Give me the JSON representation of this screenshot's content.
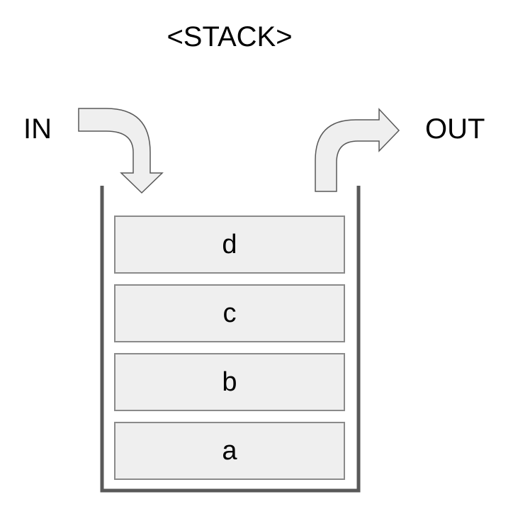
{
  "title": "<STACK>",
  "in_label": "IN",
  "out_label": "OUT",
  "stack_items": [
    "d",
    "c",
    "b",
    "a"
  ],
  "colors": {
    "container_wall": "#595959",
    "box_fill": "#efefef",
    "box_border": "#8a8a8a",
    "arrow_fill": "#efefef",
    "arrow_stroke": "#595959"
  }
}
